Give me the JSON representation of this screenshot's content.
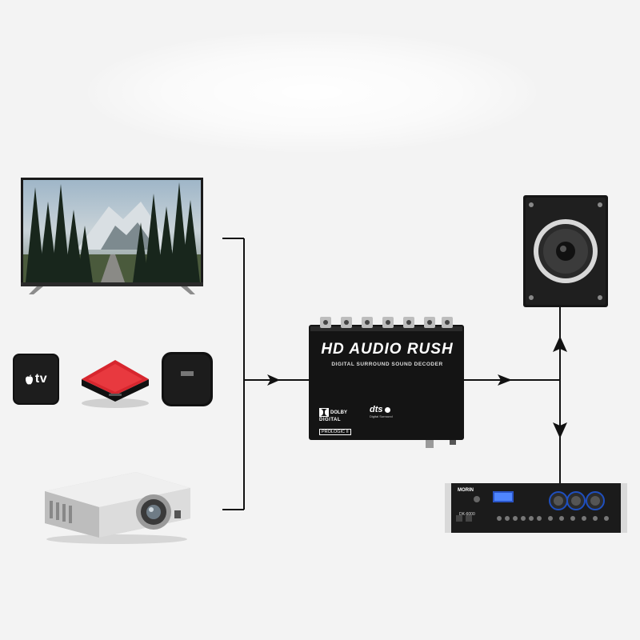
{
  "decoder": {
    "title": "HD AUDIO RUSH",
    "subtitle": "DIGITAL SURROUND SOUND DECODER",
    "dolby_brand": "DOLBY",
    "dolby_sub": "DIGITAL",
    "dolby_mode": "PROLOGIC II",
    "dts_brand": "dts",
    "dts_sub": "Digital Surround"
  },
  "sources": {
    "apple_tv_label": "tv"
  },
  "amplifier": {
    "brand": "MORIN",
    "model": "DK-6000"
  },
  "colors": {
    "background": "#f3f3f3",
    "connector_line": "#111111",
    "decoder_body": "#141414",
    "red_box": "#d7262e",
    "amp_knob": "#1f4fbf"
  },
  "icons": {
    "tv": "flat-screen-tv",
    "apple_tv": "apple-tv-box",
    "red_box": "red-streaming-box",
    "black_box": "black-android-box",
    "projector": "projector",
    "decoder": "audio-decoder-box",
    "speaker": "bookshelf-speaker",
    "amplifier": "rack-amplifier"
  }
}
